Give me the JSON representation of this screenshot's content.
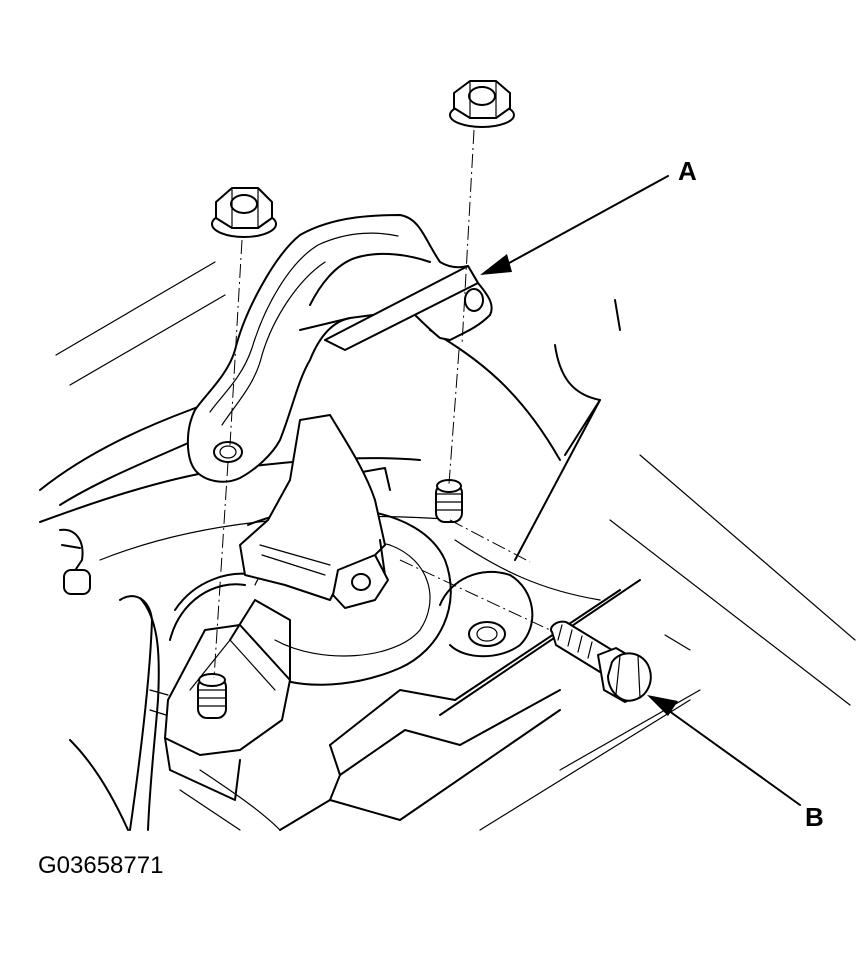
{
  "callouts": {
    "a": "A",
    "b": "B"
  },
  "figure_id": "G03658771"
}
